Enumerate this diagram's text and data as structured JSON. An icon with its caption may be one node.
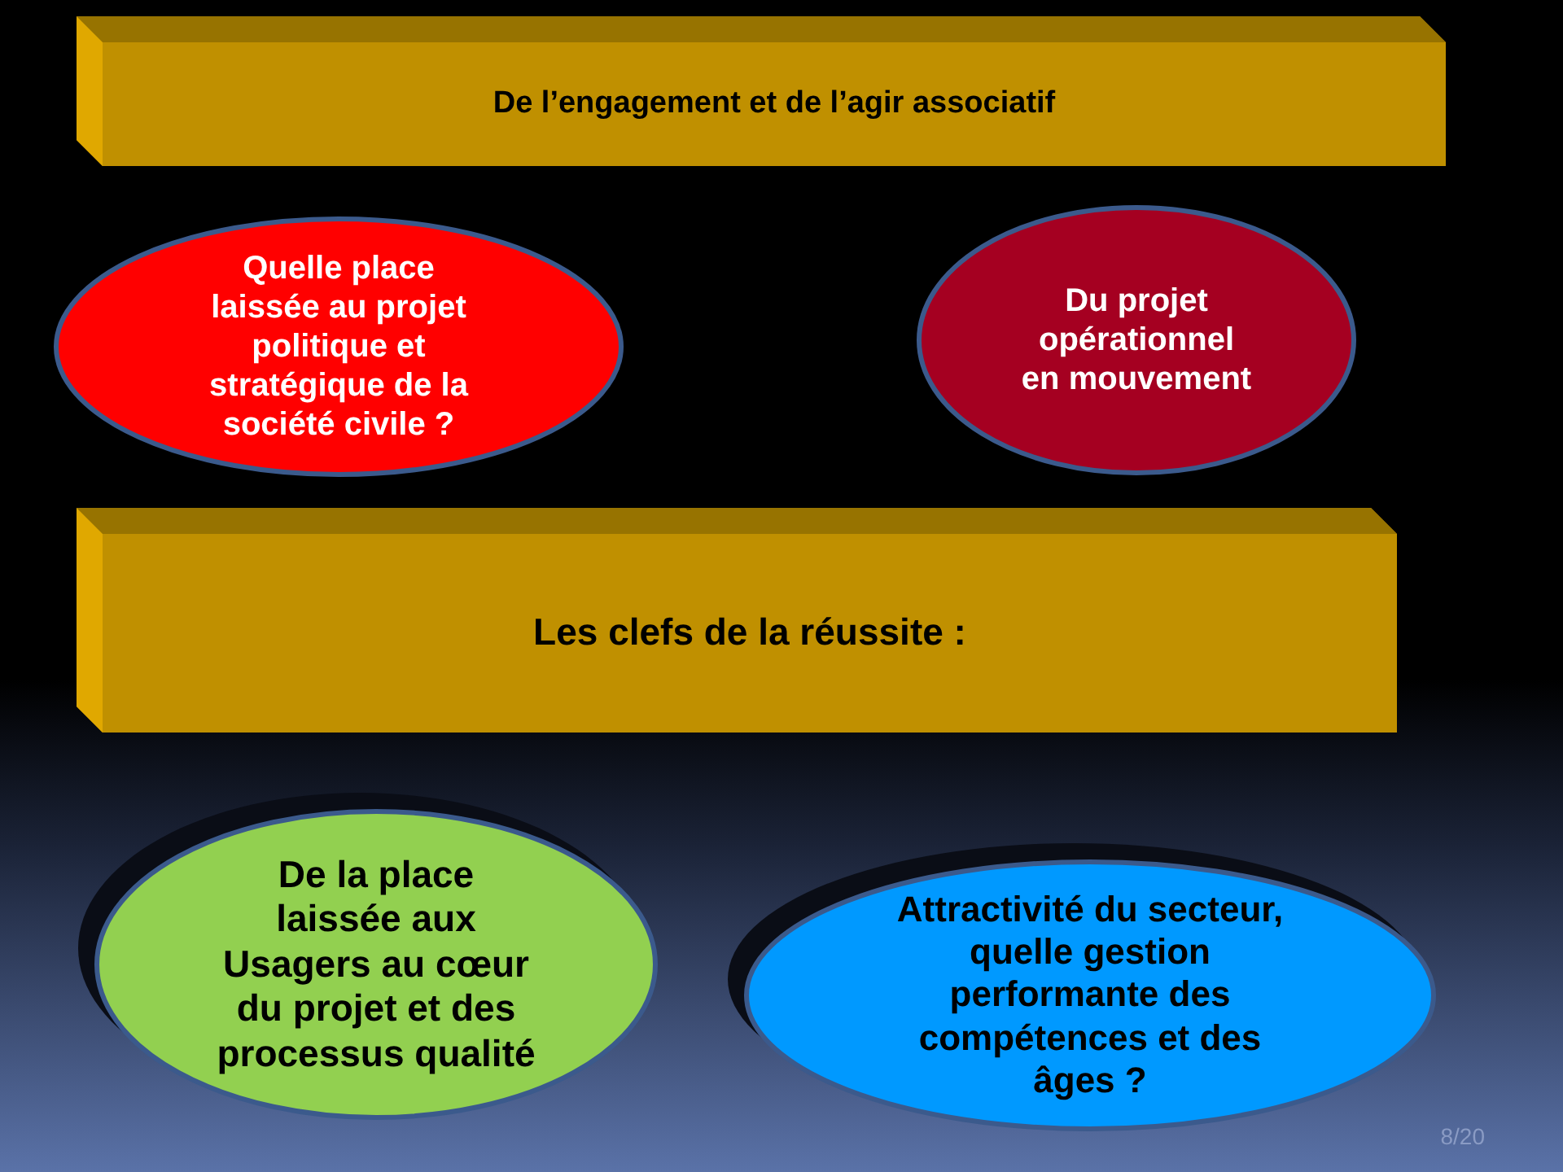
{
  "diagram": {
    "nodes": [
      {
        "text": [
          "De l’engagement et de l’agir associatif"
        ]
      },
      {
        "text": [
          "Quelle place laissée au projet politique et stratégique de la société civile ?"
        ]
      },
      {
        "text": [
          "Du projet opérationnel en mouvement"
        ]
      },
      {
        "text": [
          "Les clefs de la réussite :"
        ]
      },
      {
        "text": [
          "De la place laissée aux Usagers au cœur du projet et des processus qualité"
        ]
      },
      {
        "text": [
          "Attractivité du secteur, quelle gestion performante des compétences et des âges ?"
        ]
      }
    ],
    "labels": [
      "8/20"
    ]
  }
}
